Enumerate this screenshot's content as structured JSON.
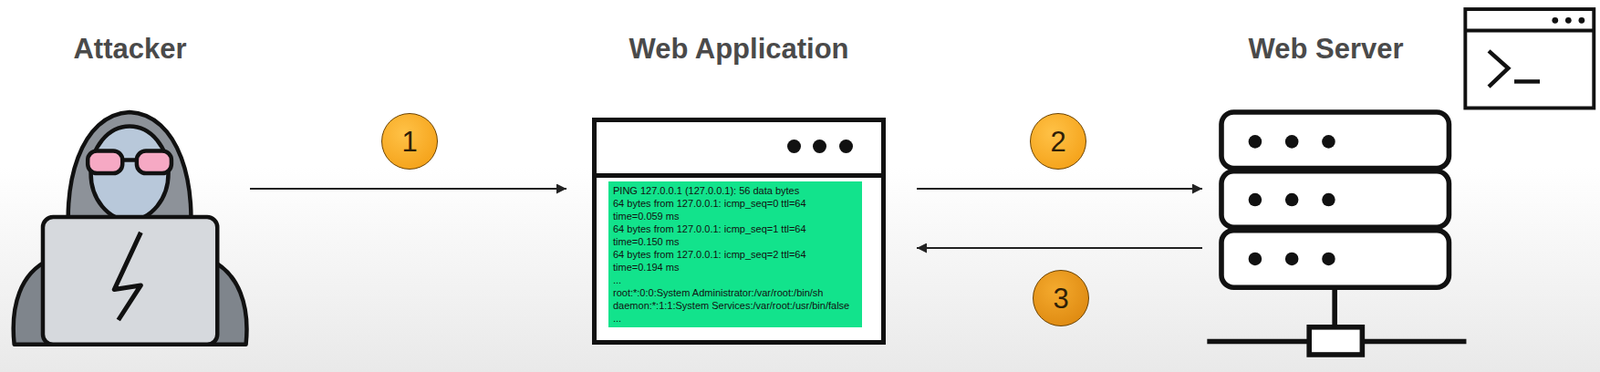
{
  "diagram": {
    "nodes": [
      {
        "text": [
          "Attacker"
        ]
      },
      {
        "text": [
          "Web Application"
        ]
      },
      {
        "text": [
          "PING 127.0.0.1 (127.0.0.1): 56 data bytes",
          "64 bytes from 127.0.0.1: icmp_seq=0 ttl=64 time=0.059 ms",
          "64 bytes from 127.0.0.1: icmp_seq=1 ttl=64 time=0.150 ms",
          "64 bytes from 127.0.0.1: icmp_seq=2 ttl=64 time=0.194 ms",
          "...",
          "root:*:0:0:System Administrator:/var/root:/bin/sh",
          "daemon:*:1:1:System Services:/var/root:/usr/bin/false",
          "..."
        ],
        "in": 1
      },
      {
        "text": [
          "Web Server"
        ]
      }
    ],
    "edges": [
      {
        "from": 0,
        "to": 1,
        "arrow": "to"
      },
      {
        "from": 1,
        "to": 3,
        "arrow": "to"
      },
      {
        "from": 3,
        "to": 1,
        "arrow": "to"
      }
    ],
    "labels": [
      "1",
      "2",
      "3"
    ]
  }
}
